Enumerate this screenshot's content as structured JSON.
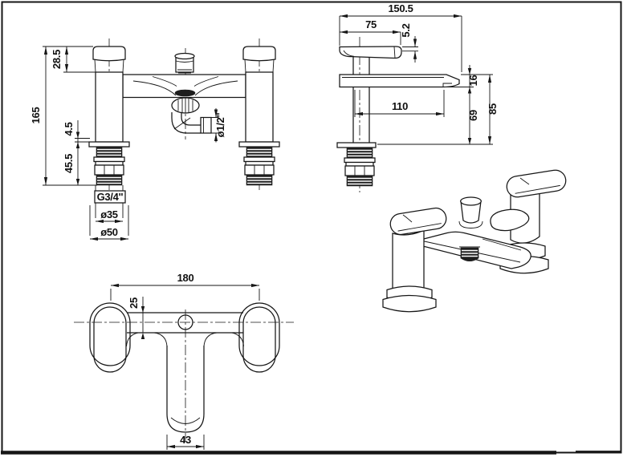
{
  "drawing": {
    "title": "Bath shower mixer tap - dimensioned engineering drawing",
    "line_color": "#161616",
    "background": "#ffffff",
    "views": {
      "front": {
        "label": "front-elevation",
        "dims": {
          "handle_height": "28.5",
          "overall_height": "165",
          "flange_gap": "4.5",
          "tail_length": "45.5",
          "inlet_thread": "G3/4\"",
          "shank_diameter": "ø35",
          "flange_diameter": "ø50",
          "shower_outlet": "ø1/2\""
        }
      },
      "side": {
        "label": "side-elevation",
        "dims": {
          "overall_depth": "150.5",
          "handle_reach": "75",
          "handle_lip": "5.2",
          "spout_thickness": "16",
          "spout_clearance": "69",
          "spout_reach": "110",
          "spout_height": "85"
        }
      },
      "plan": {
        "label": "plan-view",
        "dims": {
          "hole_centres": "180",
          "body_width": "25",
          "spout_width": "43"
        }
      },
      "iso": {
        "label": "perspective-view"
      }
    }
  }
}
